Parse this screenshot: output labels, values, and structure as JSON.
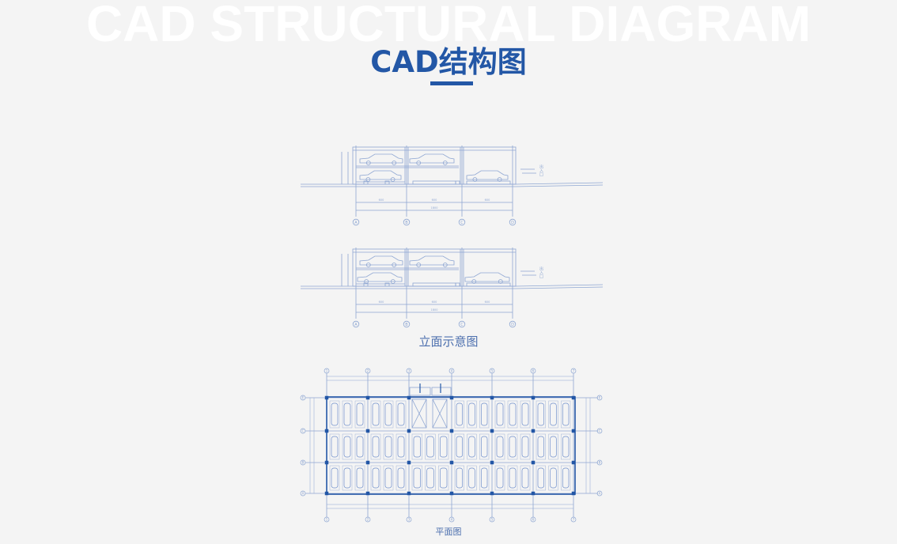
{
  "header": {
    "background_word": "CAD STRUCTURAL DIAGRAM",
    "title": "CAD结构图"
  },
  "elevation": {
    "caption": "立面示意图",
    "axis_labels": [
      "A",
      "B",
      "C",
      "D"
    ],
    "span_dims": [
      "600",
      "600",
      "600"
    ],
    "total_dim": "1800",
    "entrance_label": "出入口"
  },
  "plan": {
    "caption": "平面图",
    "column_labels": [
      "1",
      "2",
      "3",
      "4",
      "5",
      "6",
      "7"
    ],
    "row_labels": [
      "E",
      "C",
      "B",
      "A"
    ]
  },
  "colors": {
    "accent": "#2357a6",
    "line": "#8ea6d2",
    "bg": "#f4f4f4"
  }
}
